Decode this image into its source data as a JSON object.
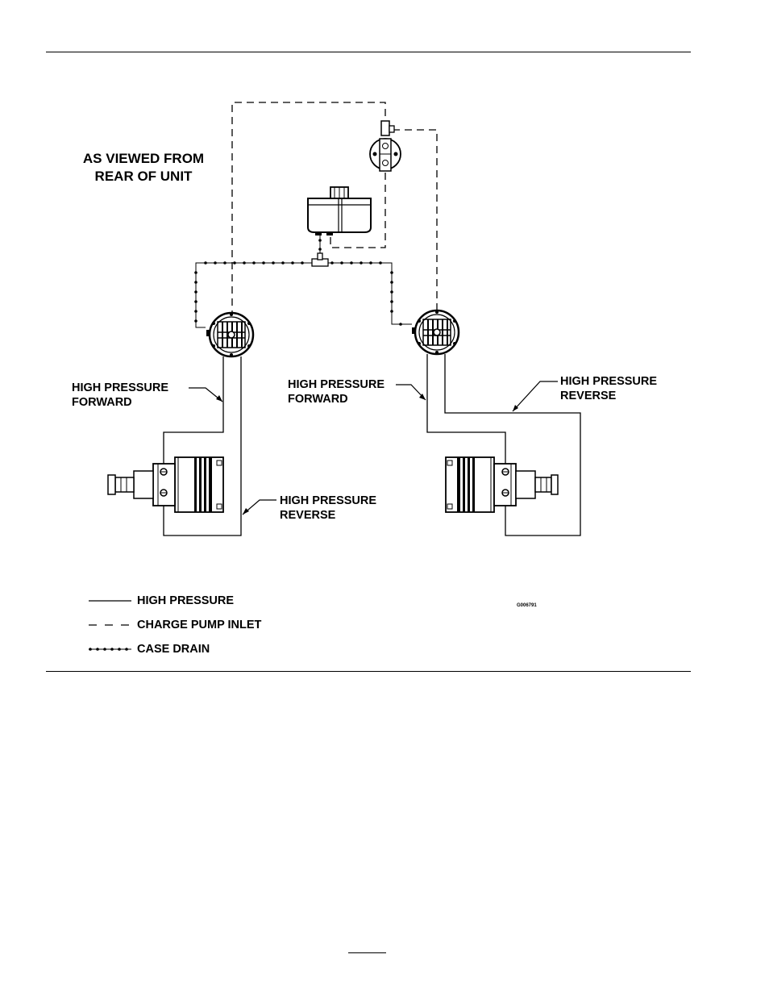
{
  "title": {
    "line1": "AS VIEWED FROM",
    "line2": "REAR OF UNIT"
  },
  "labels": {
    "left_forward": {
      "line1": "HIGH PRESSURE",
      "line2": "FORWARD"
    },
    "left_reverse": {
      "line1": "HIGH PRESSURE",
      "line2": "REVERSE"
    },
    "right_forward": {
      "line1": "HIGH PRESSURE",
      "line2": "FORWARD"
    },
    "right_reverse": {
      "line1": "HIGH PRESSURE",
      "line2": "REVERSE"
    }
  },
  "figure_code": "G006791",
  "legend": [
    {
      "style": "solid",
      "label": "HIGH PRESSURE"
    },
    {
      "style": "dashed",
      "label": "CHARGE PUMP INLET"
    },
    {
      "style": "dotted",
      "label": "CASE DRAIN"
    }
  ]
}
